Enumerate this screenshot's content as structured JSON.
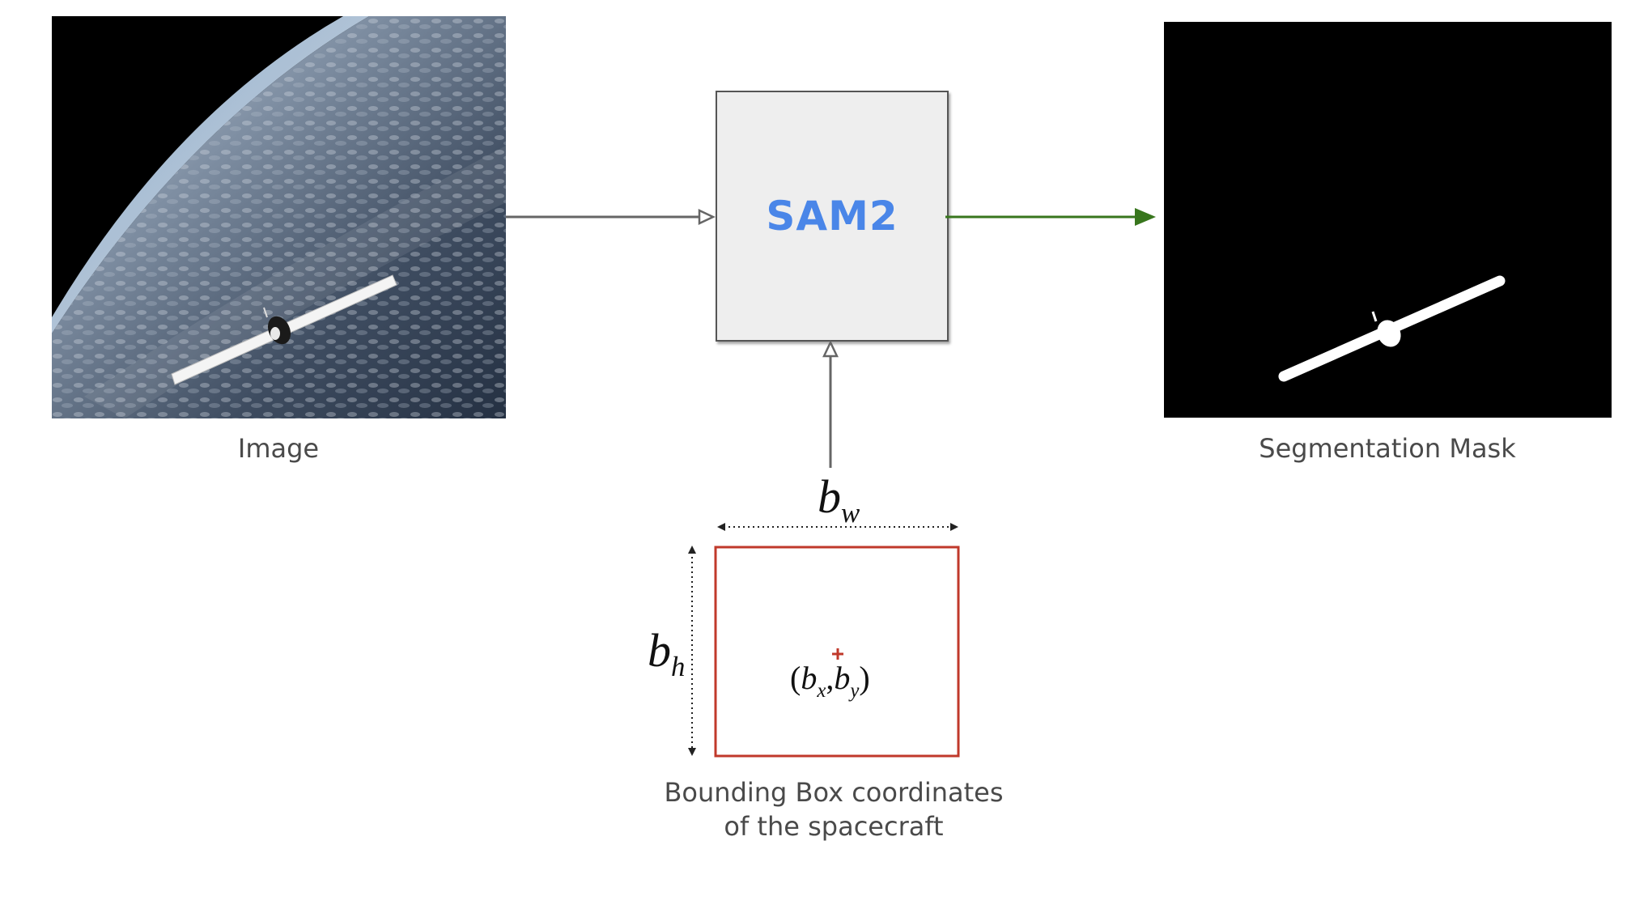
{
  "input": {
    "caption": "Image"
  },
  "model": {
    "label": "SAM2"
  },
  "output": {
    "caption": "Segmentation Mask"
  },
  "prompt": {
    "caption_line1": "Bounding Box coordinates",
    "caption_line2": "of the spacecraft",
    "width_symbol": "b",
    "width_subscript": "w",
    "height_symbol": "b",
    "height_subscript": "h",
    "center_open": "(",
    "center_x_symbol": "b",
    "center_x_subscript": "x",
    "center_sep": ",",
    "center_y_symbol": "b",
    "center_y_subscript": "y",
    "center_close": ")"
  },
  "colors": {
    "model_text": "#4a86e8",
    "output_arrow": "#38761d",
    "input_arrow": "#666666",
    "bbox": "#c0392b"
  }
}
